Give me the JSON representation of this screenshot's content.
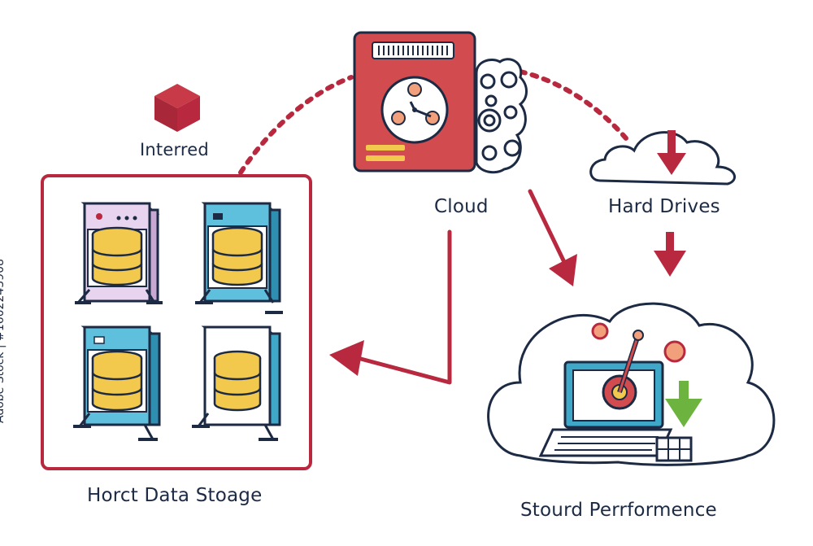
{
  "labels": {
    "interred": "Interred",
    "cloud": "Cloud",
    "hard_drives": "Hard Drives",
    "storage": "Horct Data Stoage",
    "performance": "Stourd Perrformence",
    "side_id": "Adobe Stock | #1602243908"
  },
  "colors": {
    "outline": "#1c2a44",
    "accent_red": "#b8293f",
    "panel_red": "#d14b4f",
    "disk_yellow": "#f2c94c",
    "server_teal": "#3fa8c8",
    "server_pink": "#d9bfe0",
    "arrow_green": "#6db33f",
    "dot_orange": "#f2a07b"
  },
  "icons": [
    "cube-icon",
    "server-icon",
    "cloud-icon",
    "laptop-icon",
    "down-arrow-icon",
    "gear-icon"
  ]
}
